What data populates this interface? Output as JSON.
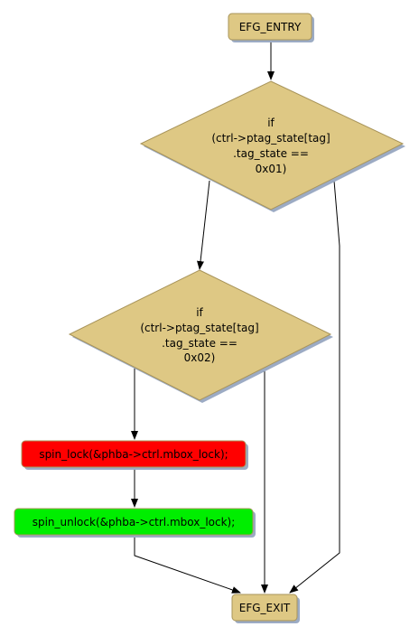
{
  "colors": {
    "node_fill": "#dec884",
    "node_stroke": "#a8945a",
    "shadow": "#9cabc4",
    "error_fill": "#ff0000",
    "success_fill": "#00ee00",
    "edge": "#000000"
  },
  "nodes": {
    "entry": {
      "label": "EFG_ENTRY"
    },
    "cond1": {
      "lines": [
        "if",
        "(ctrl->ptag_state[tag]",
        ".tag_state ==",
        "0x01)"
      ]
    },
    "cond2": {
      "lines": [
        "if",
        "(ctrl->ptag_state[tag]",
        ".tag_state ==",
        "0x02)"
      ]
    },
    "lock": {
      "label": "spin_lock(&phba->ctrl.mbox_lock);"
    },
    "unlock": {
      "label": "spin_unlock(&phba->ctrl.mbox_lock);"
    },
    "exit": {
      "label": "EFG_EXIT"
    }
  }
}
